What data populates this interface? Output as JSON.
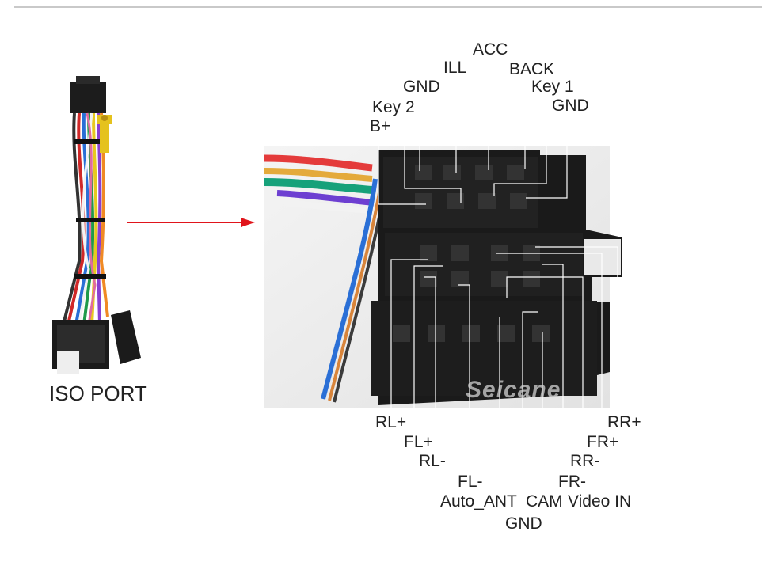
{
  "port_label": "ISO PORT",
  "brand": "Seicane",
  "pin_labels": {
    "acc": "ACC",
    "ill": "ILL",
    "back": "BACK",
    "gnd_top": "GND",
    "key1": "Key 1",
    "key2": "Key 2",
    "gnd_right": "GND",
    "b_plus": "B+",
    "rl_plus": "RL+",
    "fl_plus": "FL+",
    "rl_minus": "RL-",
    "fl_minus": "FL-",
    "auto_ant": "Auto_ANT",
    "cam": "CAM",
    "video_in": "Video IN",
    "gnd_bottom": "GND",
    "fr_minus": "FR-",
    "rr_minus": "RR-",
    "fr_plus": "FR+",
    "rr_plus": "RR+"
  },
  "colors": {
    "arrow": "#e0141b",
    "connector": "#1a1a1a",
    "leader_line": "#ffffff"
  }
}
